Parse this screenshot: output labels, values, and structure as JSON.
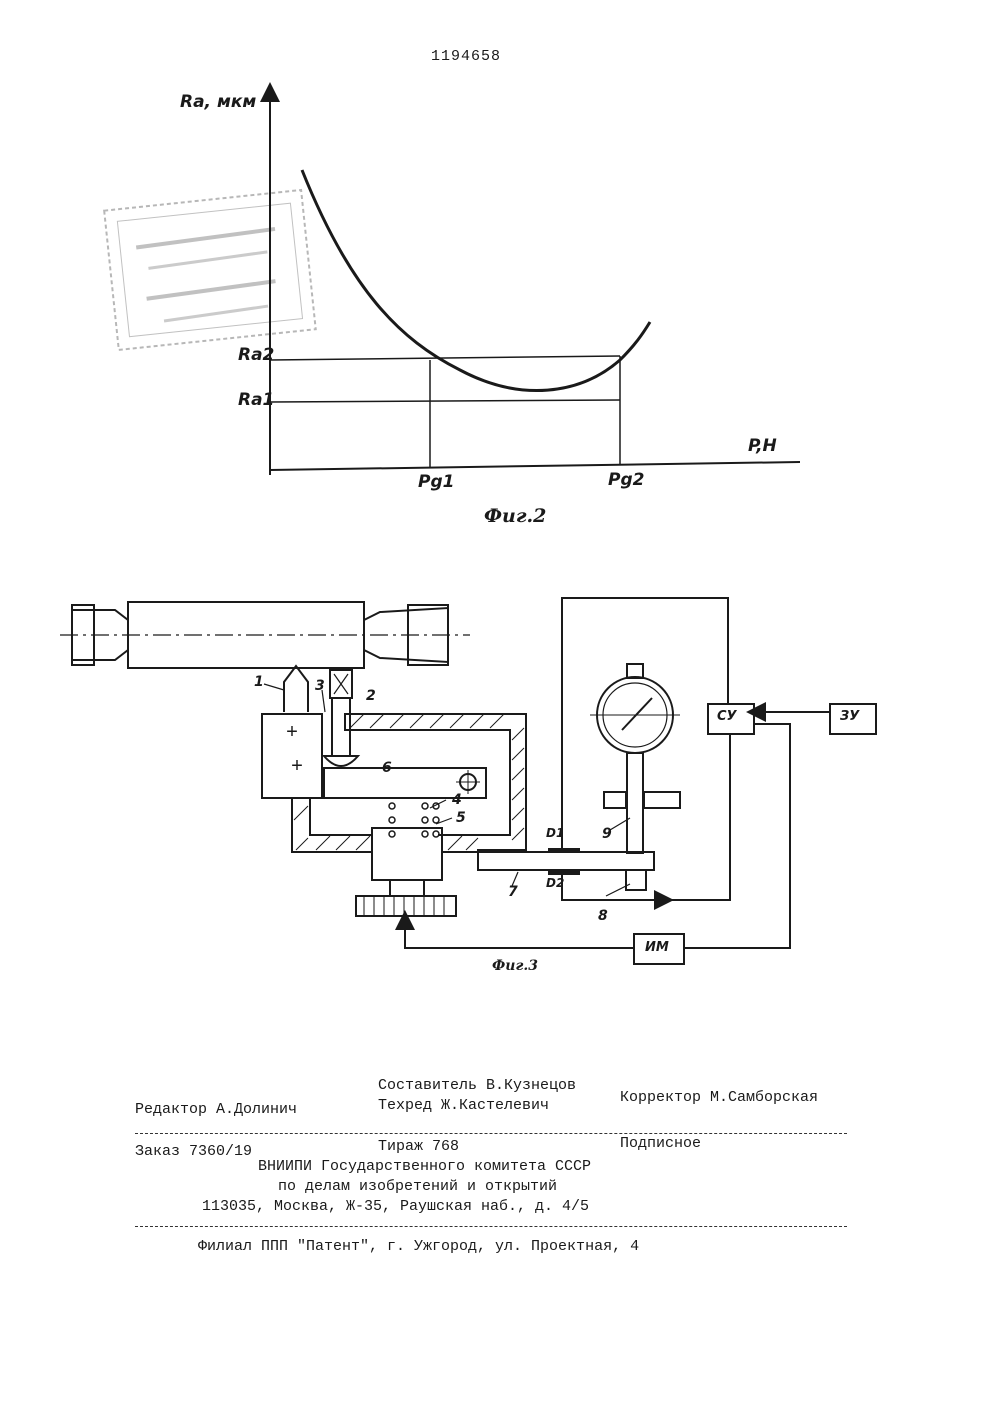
{
  "patent_number": "1194658",
  "figure2": {
    "caption": "Фиг.2",
    "y_axis_label": "Ra, мкм",
    "x_axis_label": "P,Н",
    "y_ticks": [
      "Ra2",
      "Ra1"
    ],
    "x_ticks": [
      "Pg1",
      "Pg2"
    ]
  },
  "figure3": {
    "caption": "Фиг.3",
    "part_numbers": [
      "1",
      "2",
      "3",
      "4",
      "5",
      "6",
      "7",
      "8",
      "9"
    ],
    "blocks": {
      "control_unit": "СУ",
      "memory_unit": "ЗУ",
      "actuator": "ИМ"
    },
    "sensors": {
      "d1": "D1",
      "d2": "D2"
    }
  },
  "footer": {
    "compiler": "Составитель В.Кузнецов",
    "editor": "Редактор А.Долинич",
    "techred": "Техред Ж.Кастелевич",
    "corrector": "Корректор М.Самборская",
    "order": "Заказ 7360/19",
    "circulation": "Тираж 768",
    "subscription": "Подписное",
    "org_line1": "ВНИИПИ Государственного комитета СССР",
    "org_line2": "по делам изобретений и открытий",
    "address": "113035, Москва, Ж-35, Раушская наб., д. 4/5",
    "branch": "Филиал ППП \"Патент\", г. Ужгород, ул. Проектная, 4"
  },
  "colors": {
    "ink": "#1a1a1a",
    "stamp": "#8a8a8a"
  }
}
